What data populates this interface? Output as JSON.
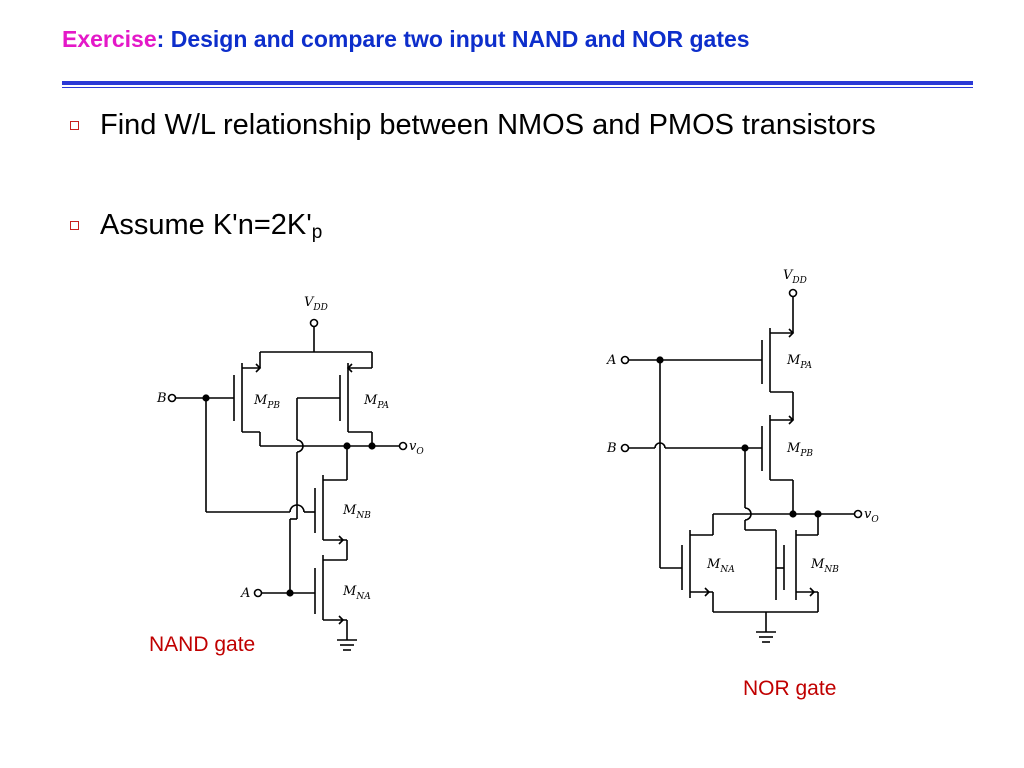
{
  "title": {
    "keyword": "Exercise",
    "separator": ": ",
    "text": "Design and compare two input NAND and NOR gates",
    "colors": {
      "keyword": "#e418c8",
      "text": "#0d2ecb",
      "rule": "#2b39d6"
    }
  },
  "bullets": [
    {
      "text": "Find W/L relationship between NMOS and PMOS transistors"
    },
    {
      "text": "Assume K'n=2K'",
      "subscript": "p"
    }
  ],
  "bullet_icon": "hollow-square-bullet-icon",
  "nand": {
    "caption": "NAND gate",
    "supply": "V",
    "supply_sub": "DD",
    "output": "v",
    "output_sub": "O",
    "input_a": "A",
    "input_b": "B",
    "transistors": [
      {
        "name": "M",
        "sub": "PB"
      },
      {
        "name": "M",
        "sub": "PA"
      },
      {
        "name": "M",
        "sub": "NB"
      },
      {
        "name": "M",
        "sub": "NA"
      }
    ]
  },
  "nor": {
    "caption": "NOR gate",
    "supply": "V",
    "supply_sub": "DD",
    "output": "v",
    "output_sub": "O",
    "input_a": "A",
    "input_b": "B",
    "transistors": [
      {
        "name": "M",
        "sub": "PA"
      },
      {
        "name": "M",
        "sub": "PB"
      },
      {
        "name": "M",
        "sub": "NA"
      },
      {
        "name": "M",
        "sub": "NB"
      }
    ]
  },
  "caption_color": "#c00000"
}
